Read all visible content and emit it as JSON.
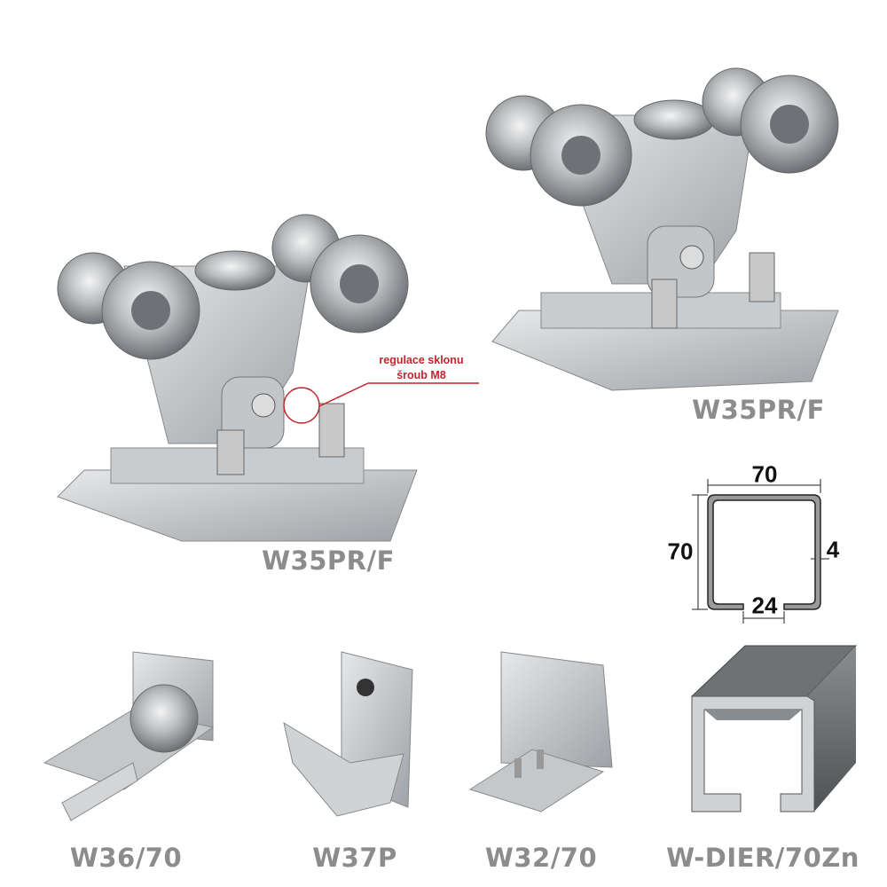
{
  "products": {
    "trolley_left": "W35PR/F",
    "trolley_right": "W35PR/F",
    "end_cap": "W36/70",
    "guide_roller": "W37P",
    "end_stop": "W32/70",
    "profile": "W-DIER/70Zn"
  },
  "annotation": {
    "line1": "regulace sklonu",
    "line2": "šroub M8"
  },
  "profile_diagram": {
    "width": "70",
    "height": "70",
    "thickness": "4",
    "gap": "24"
  },
  "colors": {
    "annotation": "#c0262d",
    "label": "#8c8c8c",
    "metal": "#b8bcc0"
  }
}
